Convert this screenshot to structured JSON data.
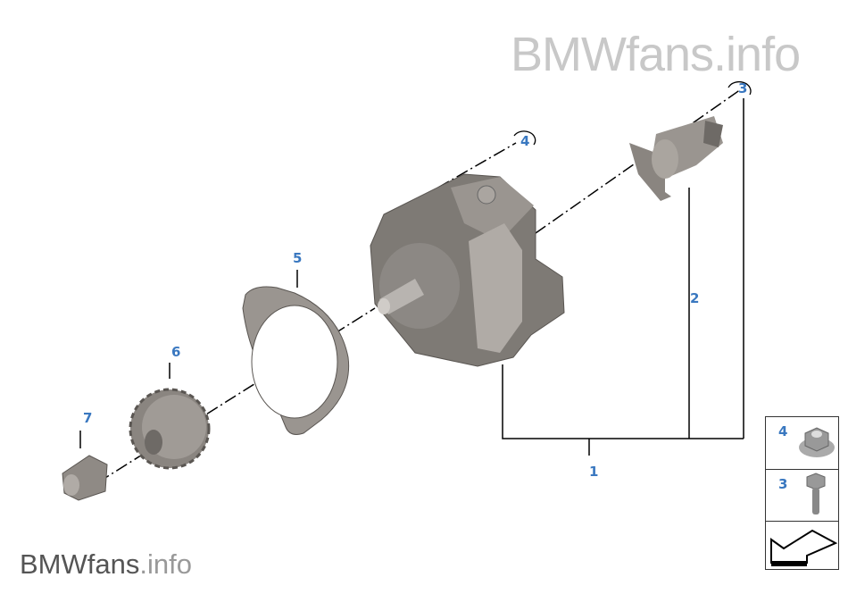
{
  "watermark": {
    "top": "BMWfans.info",
    "bottom_brand": "BMWfans",
    "bottom_suffix": ".info"
  },
  "callouts": [
    {
      "number": "1",
      "part": "high-pressure-pump"
    },
    {
      "number": "2",
      "part": "control-valve"
    },
    {
      "number": "3",
      "part": "bolt"
    },
    {
      "number": "4",
      "part": "hex-nut"
    },
    {
      "number": "5",
      "part": "gasket"
    },
    {
      "number": "6",
      "part": "sprocket"
    },
    {
      "number": "7",
      "part": "nut"
    }
  ],
  "legend": [
    {
      "number": "4",
      "icon": "flange-nut-icon"
    },
    {
      "number": "3",
      "icon": "hex-bolt-icon"
    },
    {
      "icon": "arrow-icon"
    }
  ],
  "colors": {
    "label": "#3a78c0",
    "part": "#8a8580"
  }
}
